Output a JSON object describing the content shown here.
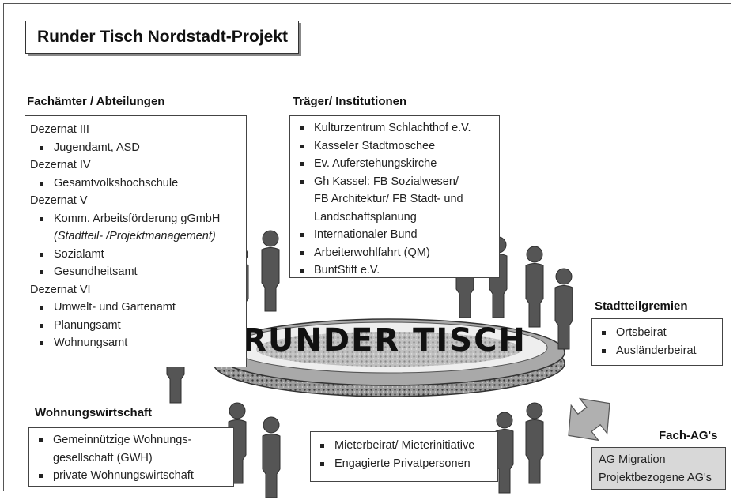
{
  "title": "Runder Tisch Nordstadt-Projekt",
  "center_label": "RUNDER TISCH",
  "fachaemter": {
    "heading": "Fachämter / Abteilungen",
    "lines": {
      "d3": "Dezernat III",
      "jugendamt": "Jugendamt, ASD",
      "d4": "Dezernat IV",
      "vhs": "Gesamtvolkshochschule",
      "d5": "Dezernat V",
      "komm": "Komm. Arbeitsförderung gGmbH",
      "stadtteil": "(Stadtteil- /Projektmanagement)",
      "sozialamt": "Sozialamt",
      "gesundheitsamt": "Gesundheitsamt",
      "d6": "Dezernat VI",
      "umwelt": "Umwelt- und Gartenamt",
      "planung": "Planungsamt",
      "wohnung": "Wohnungsamt"
    }
  },
  "traeger": {
    "heading": "Träger/ Institutionen",
    "lines": {
      "kultur": "Kulturzentrum Schlachthof e.V.",
      "moschee": "Kasseler Stadtmoschee",
      "kirche": "Ev. Auferstehungskirche",
      "gh1": "Gh Kassel: FB Sozialwesen/",
      "gh2": "FB Architektur/ FB Stadt- und",
      "gh3": "Landschaftsplanung",
      "ib": "Internationaler Bund",
      "awo": "Arbeiterwohlfahrt (QM)",
      "bunt": "BuntStift e.V."
    }
  },
  "stadtteilgremien": {
    "heading": "Stadtteilgremien",
    "items": [
      "Ortsbeirat",
      "Ausländerbeirat"
    ]
  },
  "wohnungswirtschaft": {
    "heading": "Wohnungswirtschaft",
    "lines": {
      "gem1": "Gemeinnützige Wohnungs-",
      "gem2": "gesellschaft (GWH)",
      "privat": "private Wohnungswirtschaft"
    }
  },
  "mieter": {
    "items": [
      "Mieterbeirat/ Mieterinitiative",
      "Engagierte Privatpersonen"
    ]
  },
  "fach_ag": {
    "heading": "Fach-AG's",
    "items": [
      "AG Migration",
      "Projektbezogene AG's"
    ]
  },
  "colors": {
    "figure": "#555555",
    "figure_highlight": "#7a7a7a",
    "table_rim": "#6e6e6e",
    "arrow": "#b0b0b0",
    "ag_box": "#d8d8d8"
  }
}
